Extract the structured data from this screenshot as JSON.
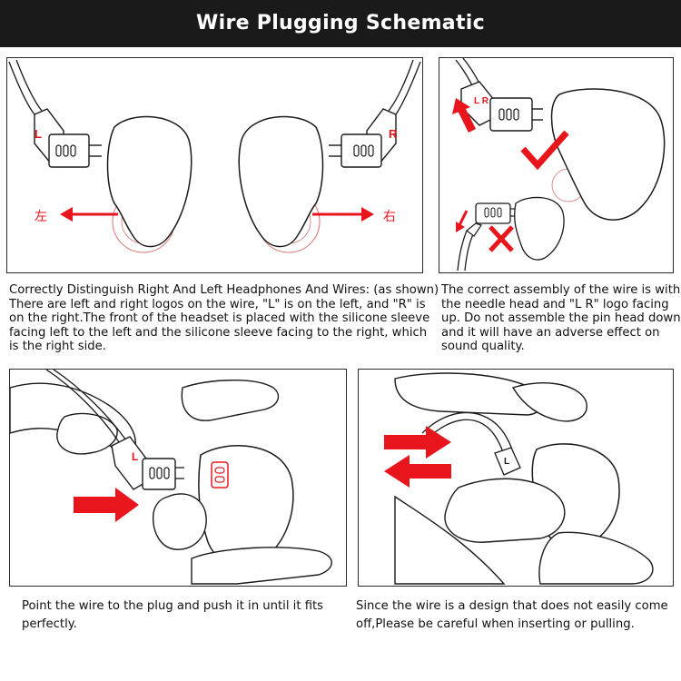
{
  "header": {
    "title": "Wire Plugging Schematic"
  },
  "panel1": {
    "left_marker": "L",
    "right_marker": "R",
    "left_char": "左",
    "right_char": "右"
  },
  "panel2": {
    "marker": "L  R"
  },
  "caption1": {
    "lines": [
      "Correctly Distinguish Right And Left Headphones And Wires: (as shown)",
      "There are left and right logos on the wire, \"L\" is on the left, and \"R\" is",
      "on the right.The front of the headset is placed with the silicone sleeve",
      "facing left to the left and the silicone sleeve facing to the right, which",
      "is the right side."
    ]
  },
  "caption2": {
    "lines": [
      "The correct assembly of the wire is with",
      "the needle head and \"L R\" logo facing",
      "up. Do not assemble the pin head down",
      "and it will have an adverse effect on",
      "sound quality."
    ]
  },
  "panel3": {
    "marker": "L"
  },
  "panel4": {
    "marker": "L"
  },
  "caption3": {
    "lines": [
      "Point the wire to the plug and push it in until it fits",
      "perfectly."
    ]
  },
  "caption4": {
    "lines": [
      "Since the wire is a design that does not easily come",
      "off,Please be careful when inserting or pulling."
    ]
  },
  "colors": {
    "accent": "#e8161c",
    "ink": "#1a1a1a",
    "header_bg": "#1a1a1a"
  }
}
